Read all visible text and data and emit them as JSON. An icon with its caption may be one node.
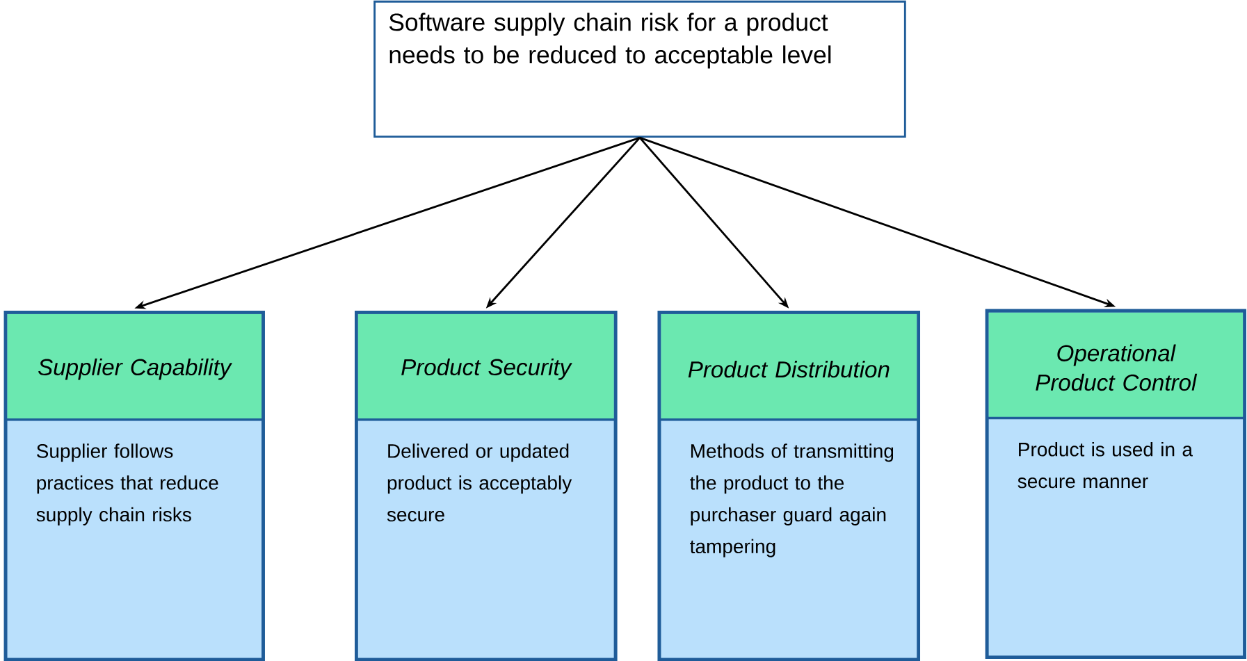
{
  "diagram": {
    "nodes": [
      {
        "text": [
          "Software supply chain risk for a product needs to be reduced to acceptable level"
        ]
      },
      {
        "text": [
          "Supplier Capability",
          "Supplier follows practices that reduce supply chain risks"
        ]
      },
      {
        "text": [
          "Product Security",
          "Delivered or updated product is acceptably secure"
        ]
      },
      {
        "text": [
          "Product Distribution",
          "Methods of transmitting the product to the purchaser guard again tampering"
        ]
      },
      {
        "text": [
          "Operational Product Control",
          "Product is used in a secure manner"
        ]
      }
    ],
    "edges": [
      {
        "from": 0,
        "to": 1,
        "arrow": "to"
      },
      {
        "from": 0,
        "to": 2,
        "arrow": "to"
      },
      {
        "from": 0,
        "to": 3,
        "arrow": "to"
      },
      {
        "from": 0,
        "to": 4,
        "arrow": "to"
      }
    ]
  }
}
